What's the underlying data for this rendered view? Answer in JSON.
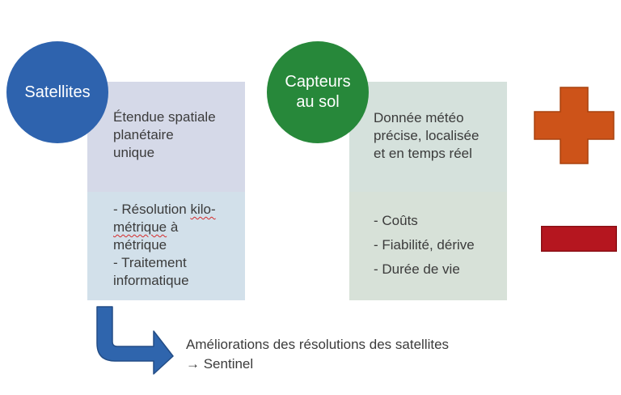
{
  "satellites": {
    "title": "Satellites",
    "pros": "Étendue spatiale\nplanétaire\nunique",
    "cons_line1_prefix": "- Résolution ",
    "cons_line1_word": "kilo-",
    "cons_line2_word": "métrique",
    "cons_line2_suffix": " à",
    "cons_line3": "métrique",
    "cons_line4": "- Traitement",
    "cons_line5": "informatique"
  },
  "capteurs": {
    "title": "Capteurs\nau sol",
    "pros": "Donnée météo\nprécise, localisée\net en temps réel",
    "cons": [
      "- Coûts",
      "- Fiabilité, dérive",
      "- Durée de vie"
    ]
  },
  "note": {
    "line1": "Améliorations des résolutions des satellites",
    "line2": "→ Sentinel"
  },
  "colors": {
    "satellites_circle": "#2e63ae",
    "capteurs_circle": "#27883a",
    "plus": "#cd5319",
    "minus": "#b5161f",
    "arrow": "#2f65ad"
  },
  "icons": {
    "plus": "plus-icon",
    "minus": "minus-icon",
    "arrow": "bent-arrow-icon"
  }
}
